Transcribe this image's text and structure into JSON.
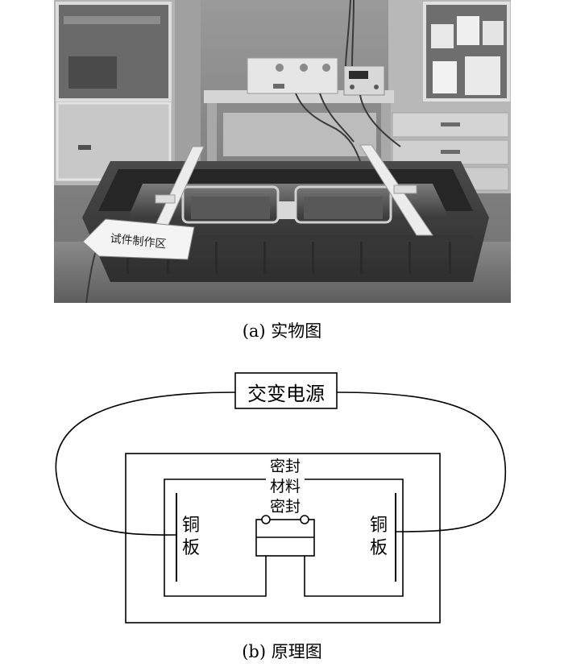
{
  "figure": {
    "photo": {
      "caption": "(a) 实物图",
      "sign_text": "试件制作区"
    },
    "schematic": {
      "caption": "(b) 原理图",
      "power_source": "交变电源",
      "left_plate_line1": "铜",
      "left_plate_line2": "板",
      "right_plate_line1": "铜",
      "right_plate_line2": "板",
      "seal_label_line1": "密封",
      "seal_label_line2": "材料",
      "seal_label_line3": "密封"
    }
  }
}
